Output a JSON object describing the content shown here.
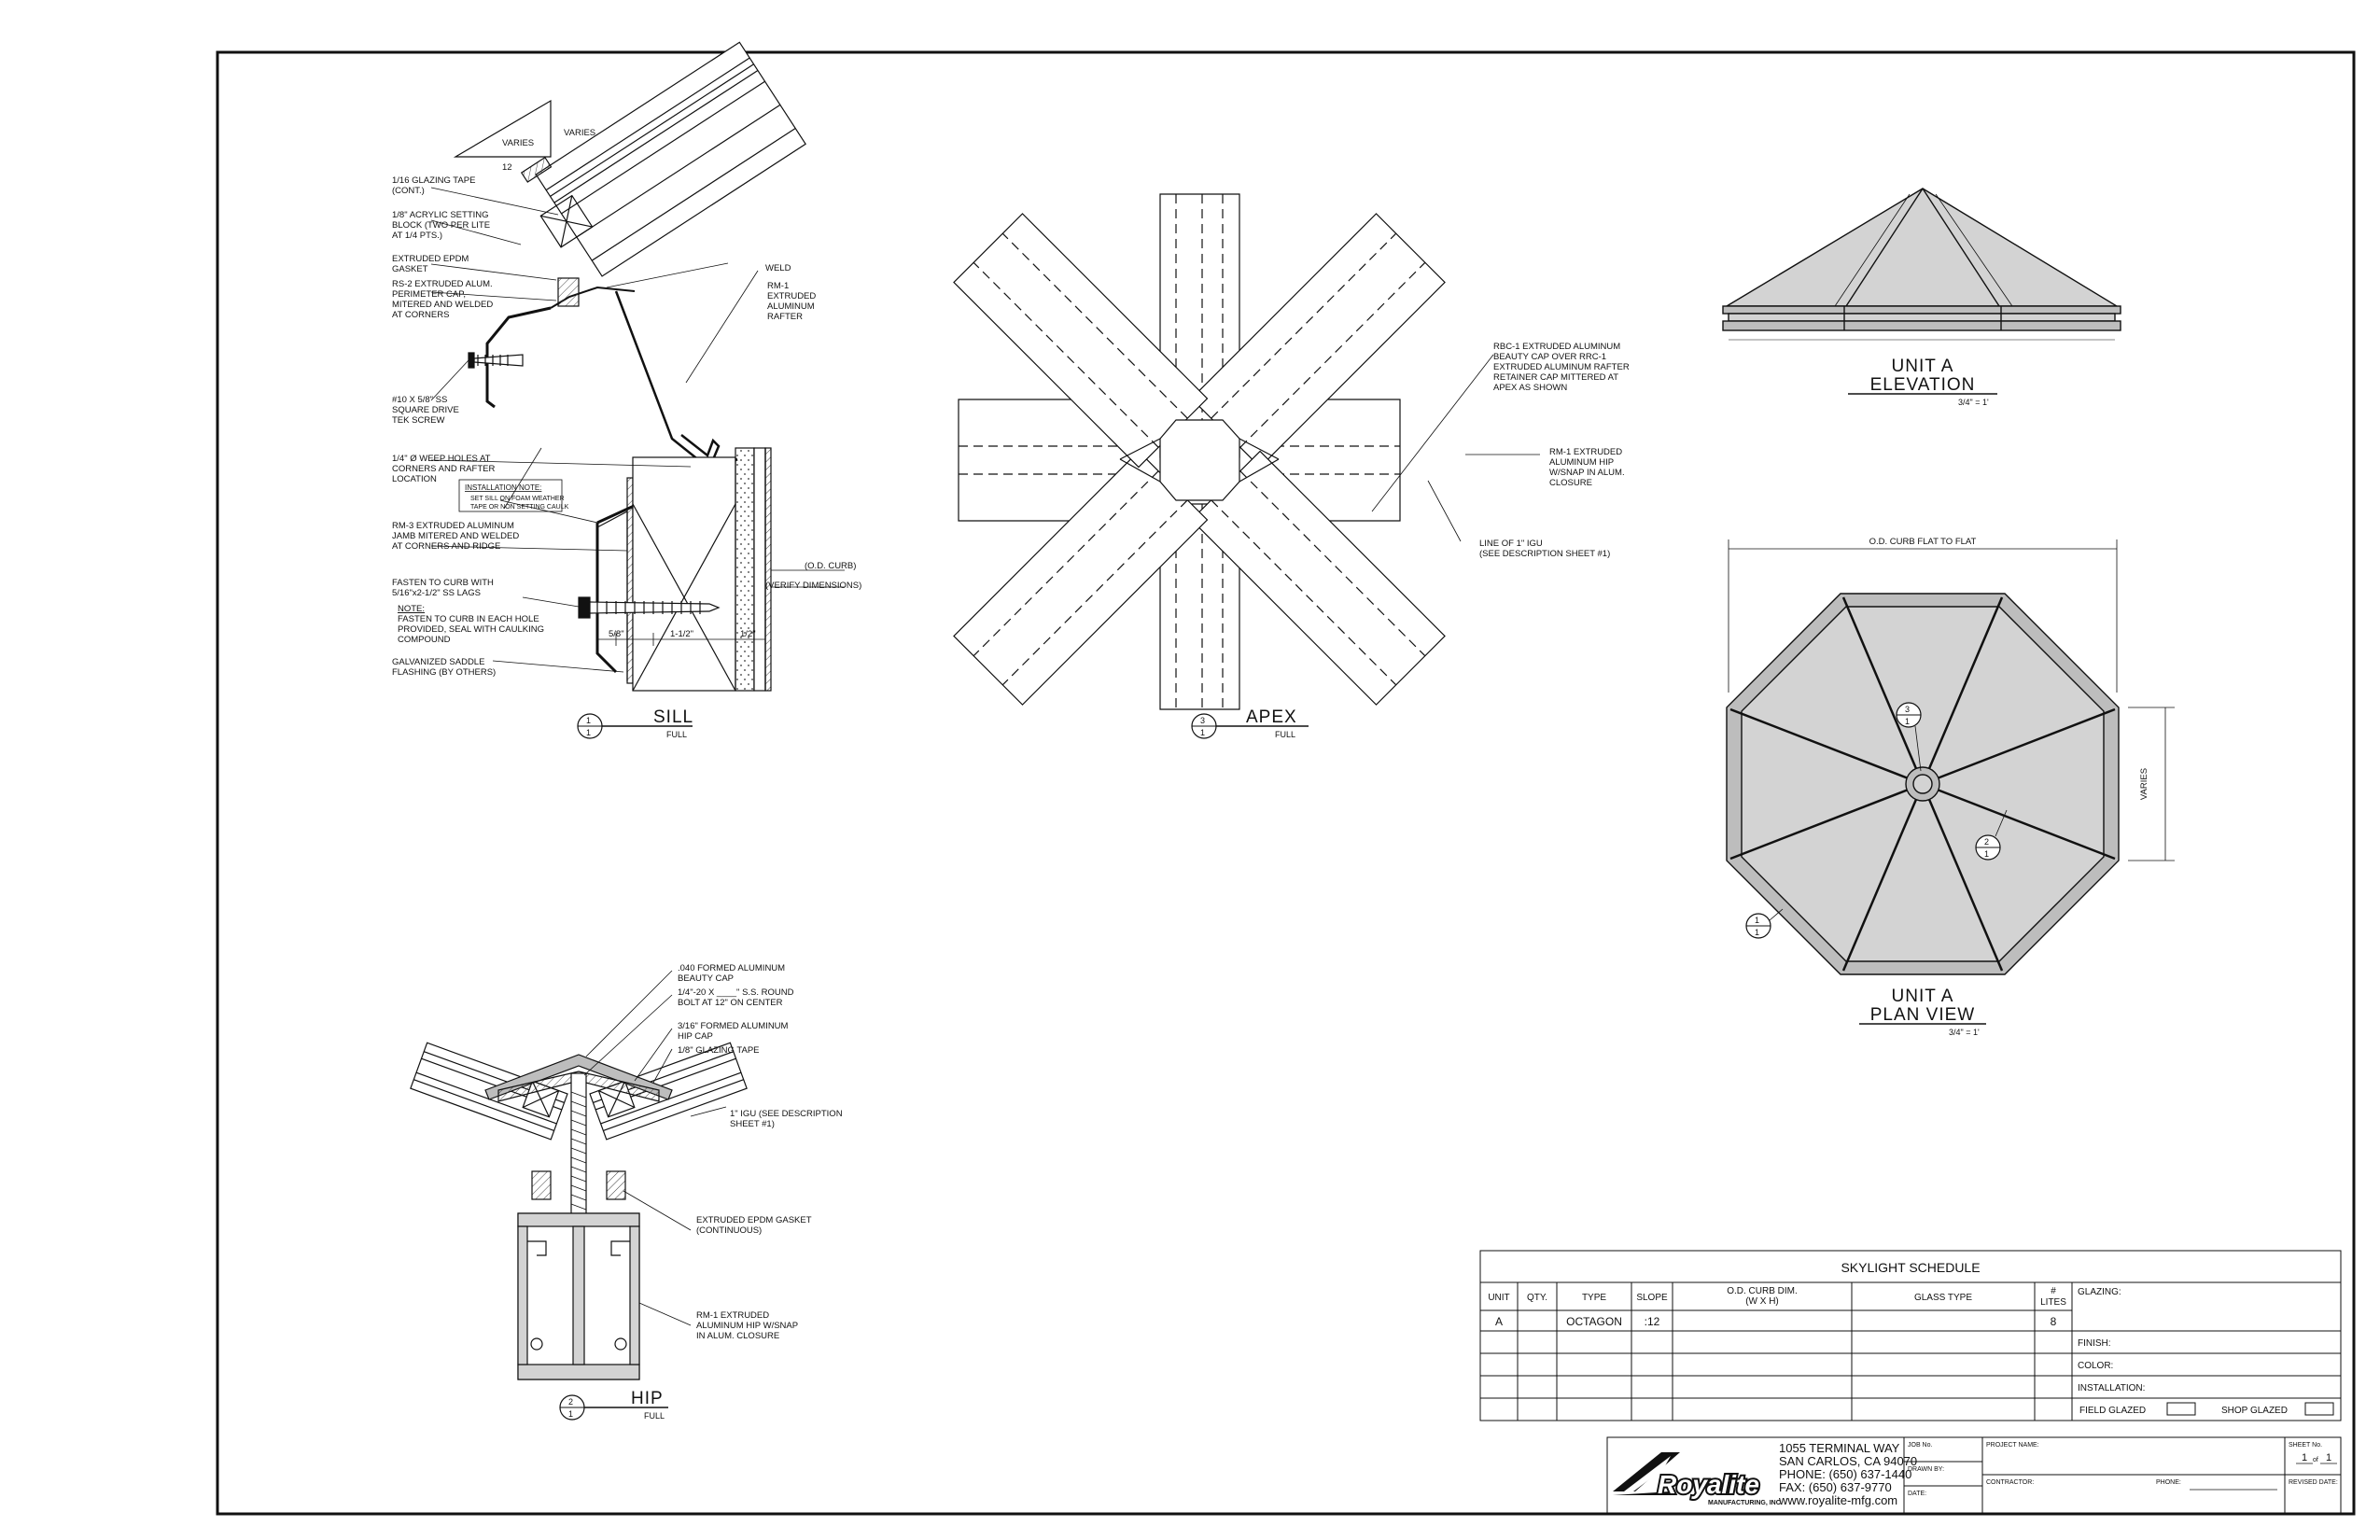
{
  "details": {
    "sill": {
      "title": "SILL",
      "scale": "FULL",
      "bubble_top": "1",
      "bubble_bottom": "1",
      "slope_triangle": {
        "rise": "VARIES",
        "run": "12"
      },
      "callouts": {
        "glazing_tape": [
          "1/16 GLAZING TAPE",
          "(CONT.)"
        ],
        "setting_block": [
          "1/8\" ACRYLIC SETTING",
          "BLOCK (TWO PER LITE",
          "AT 1/4 PTS.)"
        ],
        "epdm": [
          "EXTRUDED EPDM",
          "GASKET"
        ],
        "rs2": [
          "RS-2 EXTRUDED ALUM.",
          "PERIMETER CAP,",
          "MITERED AND WELDED",
          "AT CORNERS"
        ],
        "screw": [
          "#10 X 5/8\" SS",
          "SQUARE DRIVE",
          "TEK SCREW"
        ],
        "weep": [
          "1/4\" Ø WEEP HOLES AT",
          "CORNERS AND RAFTER",
          "LOCATION"
        ],
        "install_note_title": "INSTALLATION NOTE:",
        "install_note": [
          "SET SILL ON FOAM WEATHER",
          "TAPE OR NON SETTING CAULK"
        ],
        "rm3": [
          "RM-3 EXTRUDED ALUMINUM",
          "JAMB MITERED AND WELDED",
          "AT CORNERS AND RIDGE"
        ],
        "fasten": [
          "FASTEN TO CURB WITH",
          "5/16\"x2-1/2\" SS LAGS"
        ],
        "note_title": "NOTE:",
        "note": [
          "FASTEN TO CURB IN EACH HOLE",
          "PROVIDED, SEAL WITH CAULKING",
          "COMPOUND"
        ],
        "flashing": [
          "GALVANIZED SADDLE",
          "FLASHING (BY OTHERS)"
        ],
        "weld": [
          "WELD"
        ],
        "rafter": [
          "RM-1",
          "EXTRUDED",
          "ALUMINUM",
          "RAFTER"
        ],
        "od_curb": "(O.D. CURB)",
        "verify": "(VERIFY DIMENSIONS)",
        "dim_a": "5/8\"",
        "dim_b": "1-1/2\"",
        "dim_c": "1/2\""
      }
    },
    "apex": {
      "title": "APEX",
      "scale": "FULL",
      "bubble_top": "3",
      "bubble_bottom": "1",
      "callouts": {
        "rbc": [
          "RBC-1 EXTRUDED  ALUMINUM",
          "BEAUTY CAP OVER RRC-1",
          "EXTRUDED ALUMINUM  RAFTER",
          "RETAINER CAP MITTERED AT",
          "APEX AS SHOWN"
        ],
        "rm1": [
          "RM-1 EXTRUDED",
          "ALUMINUM HIP",
          "W/SNAP IN ALUM.",
          "CLOSURE"
        ],
        "igu": [
          "LINE OF 1\" IGU",
          "(SEE DESCRIPTION SHEET #1)"
        ]
      }
    },
    "hip": {
      "title": "HIP",
      "scale": "FULL",
      "bubble_top": "2",
      "bubble_bottom": "1",
      "callouts": {
        "beauty_cap": [
          ".040 FORMED ALUMINUM",
          "BEAUTY CAP"
        ],
        "bolt": [
          "1/4\"-20 X ____\" S.S. ROUND",
          "BOLT AT 12\" ON CENTER"
        ],
        "hip_cap": [
          "3/16\" FORMED ALUMINUM",
          "HIP CAP"
        ],
        "glazing_tape": [
          "1/8\" GLAZING TAPE"
        ],
        "igu": [
          "1\" IGU  (SEE DESCRIPTION",
          "SHEET #1)"
        ],
        "epdm": [
          "EXTRUDED EPDM GASKET",
          "(CONTINUOUS)"
        ],
        "rm1": [
          "RM-1 EXTRUDED",
          "ALUMINUM HIP W/SNAP",
          "IN ALUM. CLOSURE"
        ]
      }
    },
    "elevation": {
      "title_line1": "UNIT A",
      "title_line2": "ELEVATION",
      "scale": "3/4\" = 1'"
    },
    "plan": {
      "title_line1": "UNIT A",
      "title_line2": "PLAN VIEW",
      "scale": "3/4\" = 1'",
      "od_curb": "O.D. CURB FLAT TO FLAT",
      "varies": "VARIES",
      "refs": [
        {
          "top": "3",
          "bottom": "1"
        },
        {
          "top": "2",
          "bottom": "1"
        },
        {
          "top": "1",
          "bottom": "1"
        }
      ]
    }
  },
  "schedule": {
    "title": "SKYLIGHT SCHEDULE",
    "headers": {
      "unit": "UNIT",
      "qty": "QTY.",
      "type": "TYPE",
      "slope": "SLOPE",
      "dim": [
        "O.D. CURB DIM.",
        "(W X H)"
      ],
      "glass": "GLASS TYPE",
      "lites": [
        "#",
        "LITES"
      ]
    },
    "row": {
      "unit": "A",
      "qty": "",
      "type": "OCTAGON",
      "slope": ":12",
      "dim": "",
      "glass": "",
      "lites": "8"
    },
    "side": {
      "glazing": "GLAZING:",
      "finish": "FINISH:",
      "color": "COLOR:",
      "installation": "INSTALLATION:",
      "field_glazed": "FIELD GLAZED",
      "shop_glazed": "SHOP GLAZED"
    }
  },
  "titleblock": {
    "logo": "Royalite",
    "logo_sub": "MANUFACTURING, INC.",
    "address": [
      "1055 TERMINAL WAY",
      "SAN CARLOS, CA 94070",
      "PHONE: (650) 637-1440",
      "FAX: (650) 637-9770",
      "www.royalite-mfg.com"
    ],
    "job_no": "JOB No.",
    "drawn_by": "DRAWN BY:",
    "date": "DATE:",
    "project_name": "PROJECT NAME:",
    "contractor": "CONTRACTOR:",
    "phone": "PHONE:",
    "sheet_no": "SHEET No.",
    "sheet_current": "1",
    "sheet_of": "of",
    "sheet_total": "1",
    "revised": "REVISED DATE:"
  },
  "colors": {
    "ink": "#111111",
    "glass": "#d3d3d3",
    "glass_dark": "#bdbdbd",
    "frame": "#8c8c8c"
  }
}
